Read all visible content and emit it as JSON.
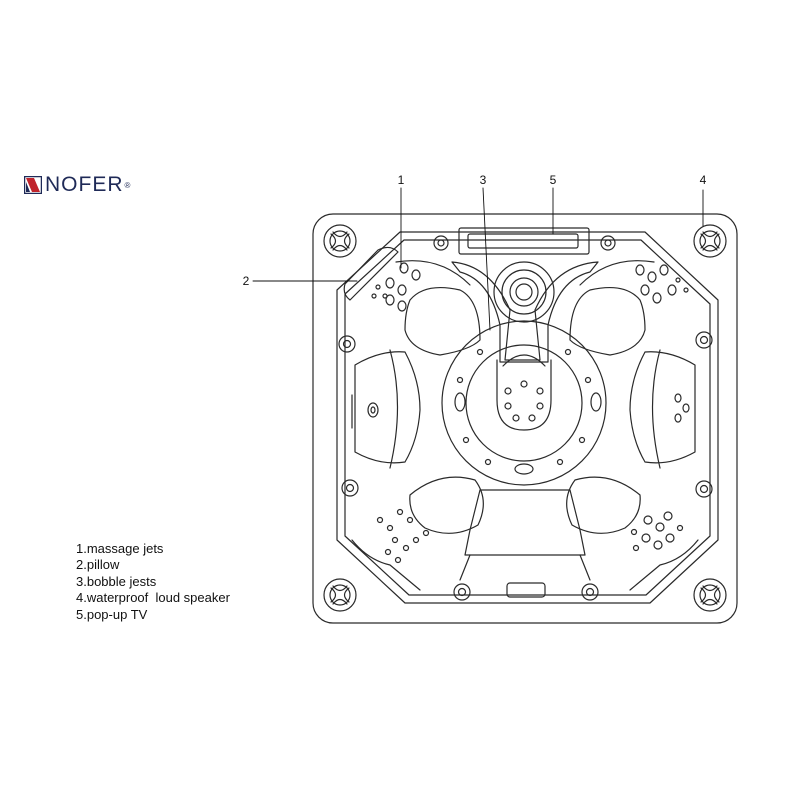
{
  "brand": {
    "name": "NOFER",
    "mark": "®"
  },
  "callouts": [
    {
      "id": "1",
      "label": "1"
    },
    {
      "id": "2",
      "label": "2"
    },
    {
      "id": "3",
      "label": "3"
    },
    {
      "id": "4",
      "label": "4"
    },
    {
      "id": "5",
      "label": "5"
    }
  ],
  "legend": [
    "1.massage jets",
    "2.pillow",
    "3.bobble jests",
    "4.waterproof  loud speaker",
    "5.pop-up TV"
  ],
  "colors": {
    "line": "#2a2a2a",
    "brand_red": "#c0242c",
    "brand_navy": "#1f2a57"
  }
}
